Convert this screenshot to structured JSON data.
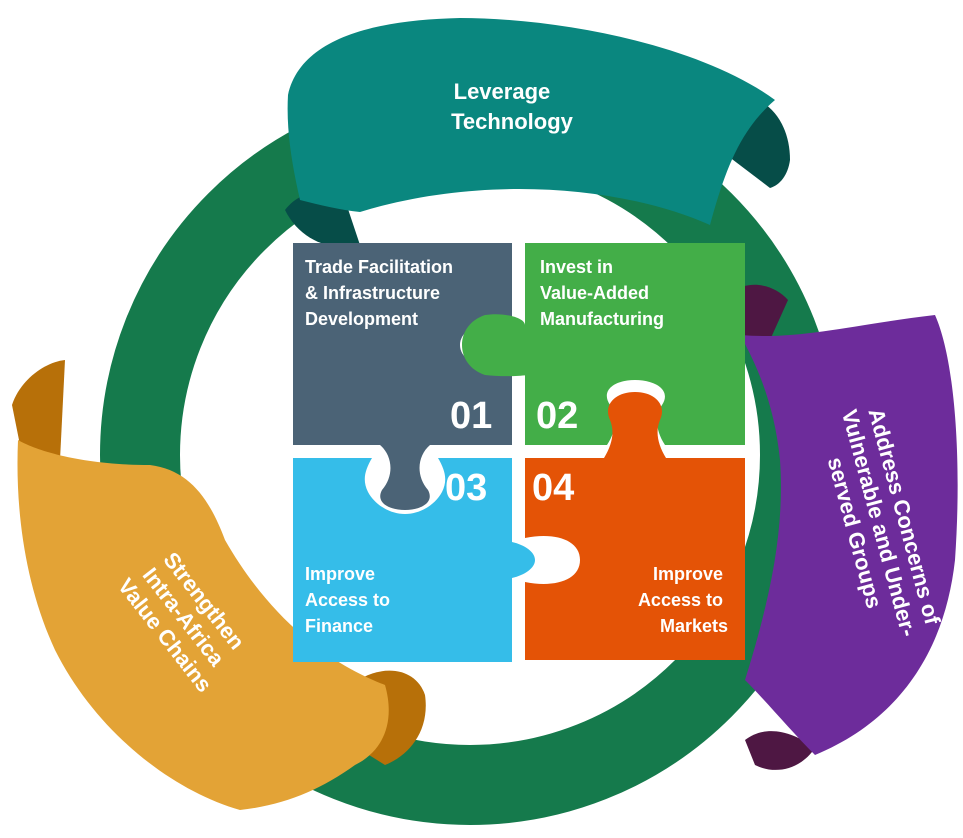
{
  "ring": {
    "top_label": [
      "Leverage",
      "Technology"
    ],
    "right_label": [
      "Address Concerns of",
      "Vulnerable and Under-",
      "served Groups"
    ],
    "left_label": [
      "Strengthen",
      "Intra-Africa",
      "Value Chains"
    ]
  },
  "pieces": [
    {
      "number": "01",
      "lines": [
        "Trade Facilitation",
        "& Infrastructure",
        "Development"
      ]
    },
    {
      "number": "02",
      "lines": [
        "Invest in",
        "Value-Added",
        "Manufacturing"
      ]
    },
    {
      "number": "03",
      "lines": [
        "Improve",
        "Access to",
        "Finance"
      ]
    },
    {
      "number": "04",
      "lines": [
        "Improve",
        "Access to",
        "Markets"
      ]
    }
  ],
  "colors": {
    "ring": "#157A4C",
    "ribbon_teal": "#0A877F",
    "ribbon_teal_dark": "#064D48",
    "ribbon_purple": "#6D2C9B",
    "ribbon_purple_dark": "#4E1743",
    "ribbon_gold": "#E3A336",
    "ribbon_gold_dark": "#B77009",
    "piece_01": "#4B6376",
    "piece_02": "#43AE48",
    "piece_03": "#35BDE9",
    "piece_04": "#E45306"
  }
}
